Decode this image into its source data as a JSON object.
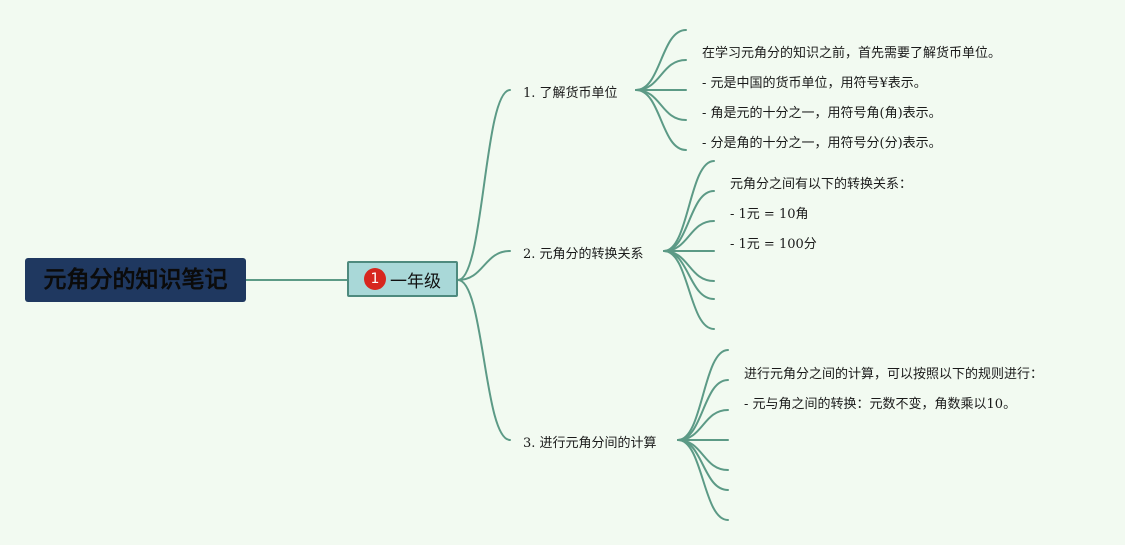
{
  "root": {
    "title": "元角分的知识笔记"
  },
  "grade": {
    "badge": "1",
    "label": "一年级"
  },
  "branches": [
    {
      "label": "1. 了解货币单位",
      "leaves": [
        "在学习元角分的知识之前，首先需要了解货币单位。",
        "- 元是中国的货币单位，用符号¥表示。",
        "- 角是元的十分之一，用符号角(角)表示。",
        "- 分是角的十分之一，用符号分(分)表示。"
      ]
    },
    {
      "label": "2. 元角分的转换关系",
      "leaves": [
        "元角分之间有以下的转换关系：",
        "- 1元 = 10角",
        "- 1元 = 100分",
        "",
        "",
        ""
      ]
    },
    {
      "label": "3. 进行元角分间的计算",
      "leaves": [
        "进行元角分之间的计算，可以按照以下的规则进行：",
        "- 元与角之间的转换：元数不变，角数乘以10。",
        "",
        "",
        "",
        ""
      ]
    }
  ]
}
